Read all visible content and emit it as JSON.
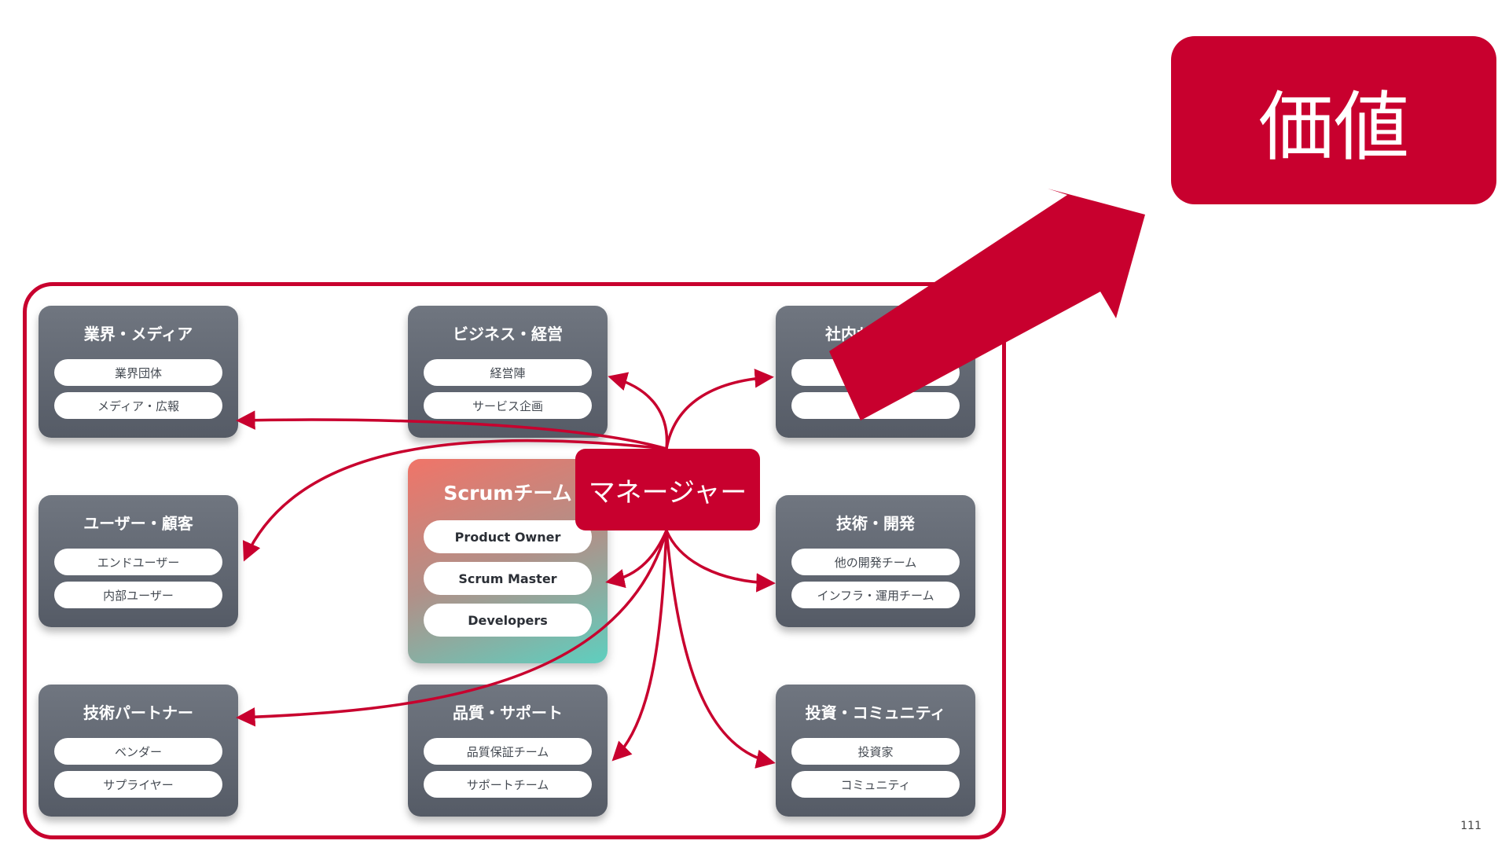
{
  "diagram": {
    "groups": [
      {
        "title": "業界・メディア",
        "items": [
          "業界団体",
          "メディア・広報"
        ]
      },
      {
        "title": "ビジネス・経営",
        "items": [
          "経営陣",
          "サービス企画"
        ]
      },
      {
        "title": "社内サ",
        "items": [
          "",
          ""
        ]
      },
      {
        "title": "ユーザー・顧客",
        "items": [
          "エンドユーザー",
          "内部ユーザー"
        ]
      },
      {
        "title": "技術・開発",
        "items": [
          "他の開発チーム",
          "インフラ・運用チーム"
        ]
      },
      {
        "title": "技術パートナー",
        "items": [
          "ベンダー",
          "サプライヤー"
        ]
      },
      {
        "title": "品質・サポート",
        "items": [
          "品質保証チーム",
          "サポートチーム"
        ]
      },
      {
        "title": "投資・コミュニティ",
        "items": [
          "投資家",
          "コミュニティ"
        ]
      }
    ],
    "scrum_team": {
      "title": "Scrumチーム",
      "roles": [
        "Product Owner",
        "Scrum Master",
        "Developers"
      ]
    },
    "manager_label": "マネージャー",
    "value_label": "価値"
  },
  "colors": {
    "accent": "#c8002e",
    "group_box": "#5f6570",
    "pill": "#ffffff",
    "scrum_gradient_start": "#f07468",
    "scrum_gradient_end": "#5ecfbf"
  },
  "page_number": "111"
}
